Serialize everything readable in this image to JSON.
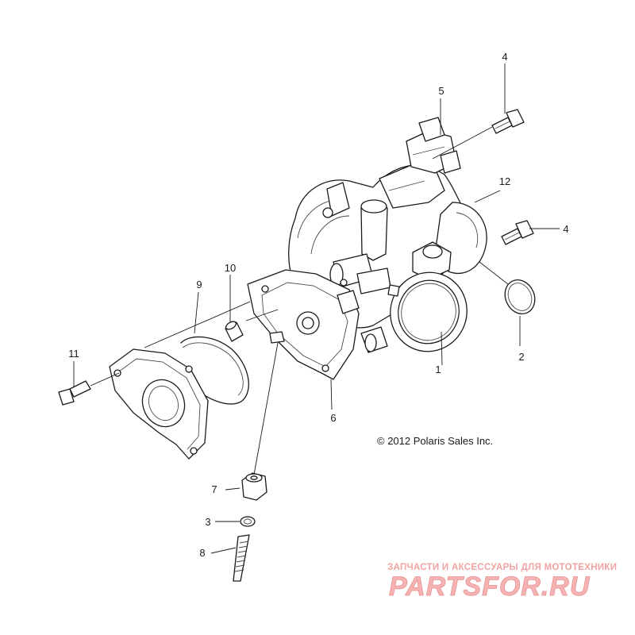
{
  "diagram": {
    "callouts": [
      {
        "id": "c1",
        "label": "1"
      },
      {
        "id": "c2",
        "label": "2"
      },
      {
        "id": "c3",
        "label": "3"
      },
      {
        "id": "c4a",
        "label": "4"
      },
      {
        "id": "c4b",
        "label": "4"
      },
      {
        "id": "c5",
        "label": "5"
      },
      {
        "id": "c6",
        "label": "6"
      },
      {
        "id": "c7",
        "label": "7"
      },
      {
        "id": "c8",
        "label": "8"
      },
      {
        "id": "c9",
        "label": "9"
      },
      {
        "id": "c10",
        "label": "10"
      },
      {
        "id": "c11",
        "label": "11"
      },
      {
        "id": "c12",
        "label": "12"
      }
    ],
    "copyright": "© 2012 Polaris Sales Inc."
  },
  "watermark": {
    "tagline": "ЗАПЧАСТИ И АКСЕССУАРЫ ДЛЯ МОТОТЕХНИКИ",
    "logo": "PARTSFOR.RU",
    "color": "#f2a3a3"
  }
}
